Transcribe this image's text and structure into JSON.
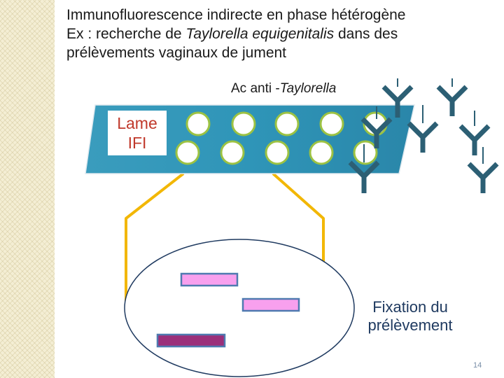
{
  "title": {
    "line1": "Immunofluorescence indirecte en phase hétérogène",
    "line2_prefix": "Ex : recherche de ",
    "line2_italic": "Taylorella equigenitalis",
    "line2_suffix": " dans des",
    "line3": "prélèvements vaginaux de jument"
  },
  "antibody_label": {
    "prefix": "Ac anti -",
    "italic": "Taylorella"
  },
  "slide_label": {
    "line1": "Lame",
    "line2": "IFI"
  },
  "fixation_label": {
    "line1": "Fixation du",
    "line2": "prélèvement"
  },
  "page_number": "14",
  "colors": {
    "slide_fill": "#2e93b5",
    "well_fill": "#ffffff",
    "well_border": "#9cc243",
    "zoom_lines": "#f2b705",
    "antibody": "#2c5f74",
    "bacteria_light": "#f8a0ee",
    "bacteria_dark": "#9b2f7a",
    "bacteria_border": "#4f7ab0",
    "slide_label_text": "#c0392b",
    "fixation_text": "#1f3a60"
  },
  "wells": {
    "rows": 2,
    "columns": 5
  }
}
